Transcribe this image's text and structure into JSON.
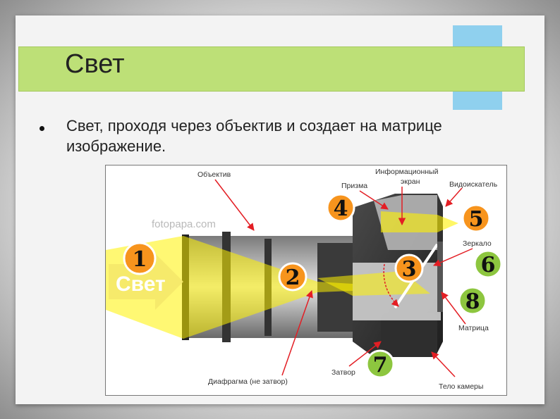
{
  "slide": {
    "title": "Свет",
    "bullet": "Свет, проходя через объектив и создает на матрице изображение."
  },
  "figure": {
    "watermark": "fotopapa.com",
    "light_label": "Свет",
    "labels": {
      "lens": "Объектив",
      "info_screen_1": "Информационный",
      "info_screen_2": "экран",
      "prism": "Призма",
      "viewfinder": "Видоискатель",
      "mirror": "Зеркало",
      "matrix": "Матрица",
      "shutter": "Затвор",
      "body": "Тело камеры",
      "aperture": "Диафрагма (не затвор)"
    },
    "markers": [
      "1",
      "2",
      "3",
      "4",
      "5",
      "6",
      "7",
      "8"
    ],
    "colors": {
      "yellow": "#fff200",
      "green": "#8dc63f",
      "orange": "#f7941d",
      "arrow": "#e31e24"
    }
  }
}
